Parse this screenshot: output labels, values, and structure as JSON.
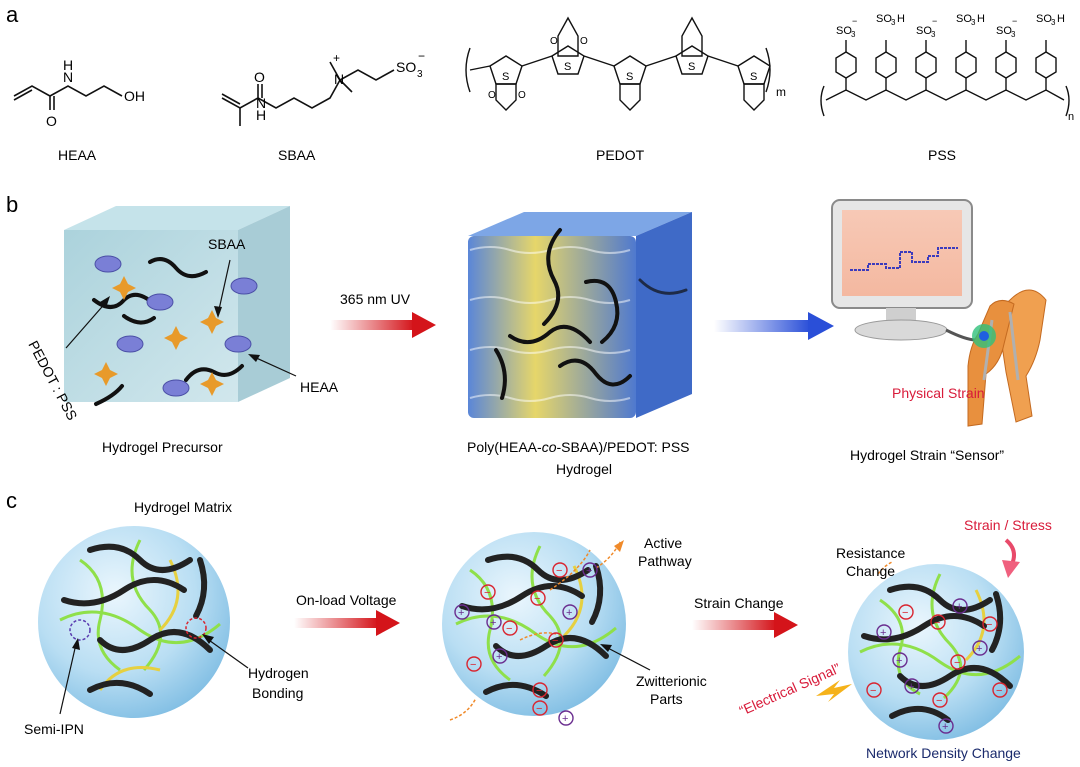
{
  "panels": {
    "a": {
      "letter": "a",
      "molecules": [
        {
          "name": "HEAA",
          "atoms": {
            "o": "O",
            "nh": "N",
            "h": "H",
            "oh": "OH"
          }
        },
        {
          "name": "SBAA",
          "atoms": {
            "o": "O",
            "nh": "N",
            "h": "H",
            "nplus": "N",
            "plus": "+",
            "so3": "SO",
            "sub3": "3",
            "minus": "−"
          }
        },
        {
          "name": "PEDOT",
          "atoms": {
            "s": "S",
            "o": "O",
            "m": "m"
          }
        },
        {
          "name": "PSS",
          "atoms": {
            "so3": "SO",
            "sub3": "3",
            "minus": "−",
            "so3h": "SO",
            "h": "H",
            "n": "n"
          }
        }
      ]
    },
    "b": {
      "letter": "b",
      "precursor": {
        "caption": "Hydrogel Precursor",
        "label_sbaa": "SBAA",
        "label_pedot": "PEDOT : PSS",
        "label_heaa": "HEAA"
      },
      "arrow_label": "365 nm UV",
      "hydrogel": {
        "caption_line1_pre": "Poly(HEAA-",
        "caption_line1_italic": "co",
        "caption_line1_post": "-SBAA)/PEDOT: PSS",
        "caption_line2": "Hydrogel"
      },
      "sensor": {
        "strain_label": "Physical Strain",
        "caption": "Hydrogel Strain “Sensor”"
      }
    },
    "c": {
      "letter": "c",
      "matrix_label": "Hydrogel Matrix",
      "semi_ipn": "Semi-IPN",
      "hbond_line1": "Hydrogen",
      "hbond_line2": "Bonding",
      "arrow1_label": "On-load Voltage",
      "active_line1": "Active",
      "active_line2": "Pathway",
      "zwit_line1": "Zwitterionic",
      "zwit_line2": "Parts",
      "arrow2_label": "Strain Change",
      "resistance_line1": "Resistance",
      "resistance_line2": "Change",
      "strain_stress": "Strain / Stress",
      "electrical_signal": "“Electrical Signal”",
      "network_density": "Network Density Change",
      "ion_plus": "+",
      "ion_minus": "−"
    }
  },
  "colors": {
    "red_label": "#d81b3a",
    "navy_label": "#1a2a6c",
    "red_arrow": "#d4141a",
    "blue_arrow": "#2a4fd8",
    "sphere": "#a9d6ee",
    "plus_ion": "#6a2d8f",
    "minus_ion": "#d9242f"
  }
}
